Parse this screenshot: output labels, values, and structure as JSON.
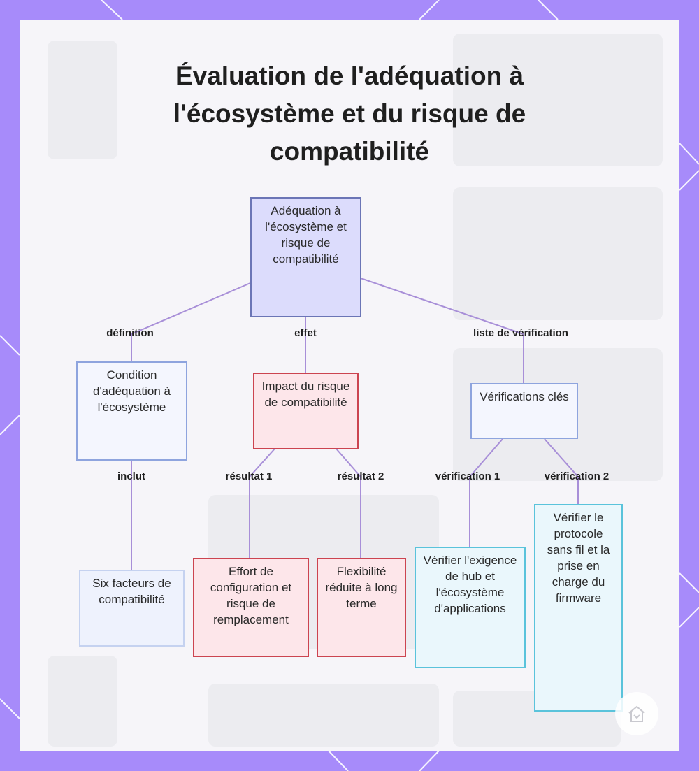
{
  "title": "Évaluation de l'adéquation à l'écosystème et du risque de compatibilité",
  "colors": {
    "frame": "#a78bfa",
    "root_fill": "#dcdcfc",
    "blue_border": "#8ea4de",
    "red_border": "#cc4450",
    "cyan_border": "#5ac3db",
    "edge": "#a88fd8"
  },
  "nodes": {
    "root": "Adéquation à l'écosystème et risque de compatibilité",
    "condition": "Condition d'adéquation à l'écosystème",
    "impact": "Impact du risque de compatibilité",
    "verifications": "Vérifications clés",
    "six_factors": "Six facteurs de compatibilité",
    "effort": "Effort de configuration et risque de remplacement",
    "flexibility": "Flexibilité réduite à long terme",
    "hub": "Vérifier l'exigence de hub et l'écosystème d'applications",
    "protocol": "Vérifier le protocole sans fil et la prise en charge du firmware"
  },
  "edge_labels": {
    "definition": "définition",
    "effet": "effet",
    "checklist": "liste de vérification",
    "inclut": "inclut",
    "resultat1": "résultat 1",
    "resultat2": "résultat 2",
    "verification1": "vérification 1",
    "verification2": "vérification 2"
  },
  "logo_icon": "house-icon"
}
